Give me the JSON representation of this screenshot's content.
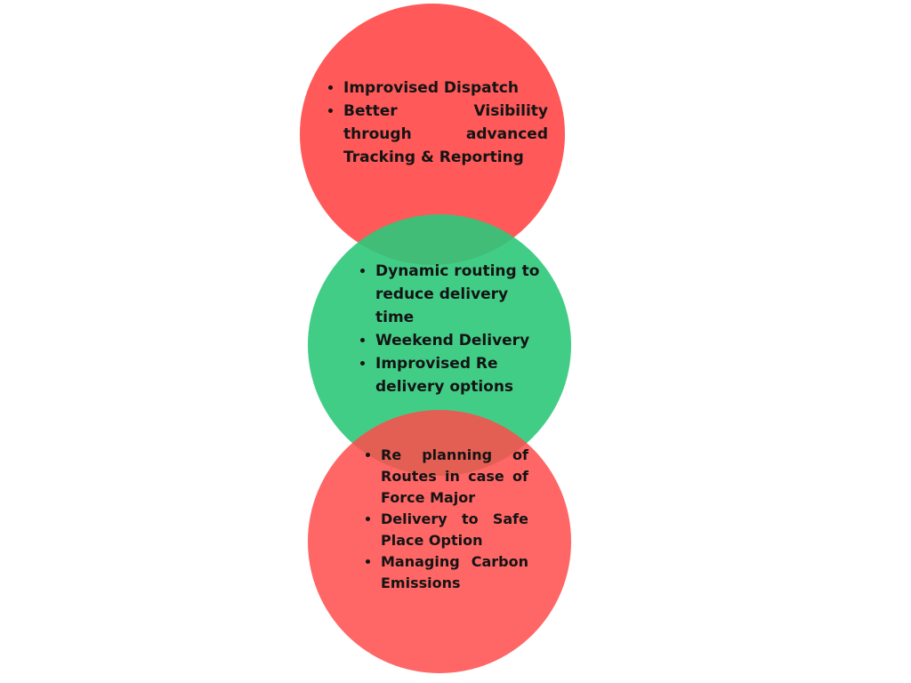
{
  "diagram": {
    "colors": {
      "top_circle": "#ff5050",
      "middle_circle": "#2ec87a",
      "bottom_circle": "#ff4b4b",
      "text": "#141414"
    },
    "top": {
      "items": [
        "Improvised Dispatch",
        "Better Visibility through advanced Tracking & Reporting"
      ]
    },
    "middle": {
      "items": [
        "Dynamic routing to reduce delivery time",
        "Weekend Delivery",
        "Improvised Re delivery options"
      ]
    },
    "bottom": {
      "items": [
        "Re planning of Routes in case of Force Major",
        "Delivery to Safe Place Option",
        "Managing Carbon Emissions"
      ]
    }
  }
}
